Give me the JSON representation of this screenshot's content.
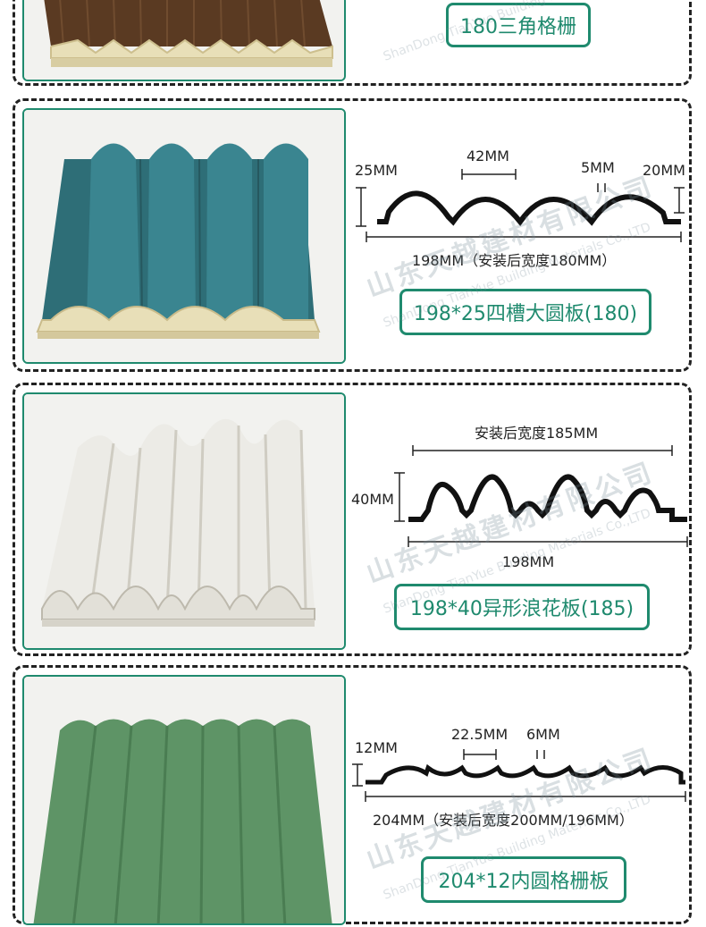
{
  "products": [
    {
      "label": "180三角格栅"
    },
    {
      "label": "198*25四槽大圆板(180)",
      "dims": {
        "height": "25MM",
        "groove": "42MM",
        "gap": "5MM",
        "edge": "20MM",
        "width": "198MM（安装后宽度180MM）"
      },
      "color": "#2e6e77"
    },
    {
      "label": "198*40异形浪花板(185)",
      "dims": {
        "install_width": "安装后宽度185MM",
        "height": "40MM",
        "width": "198MM"
      },
      "color": "#e6e3dc"
    },
    {
      "label": "204*12内圆格栅板",
      "dims": {
        "height": "12MM",
        "groove": "22.5MM",
        "gap": "6MM",
        "width": "204MM（安装后宽度200MM/196MM）"
      },
      "color": "#5e9466"
    }
  ],
  "watermark": {
    "cn": "山东天越建材有限公司",
    "en": "ShanDong TianYue Building Materials Co.,LTD"
  },
  "accent": "#1f8a6e"
}
